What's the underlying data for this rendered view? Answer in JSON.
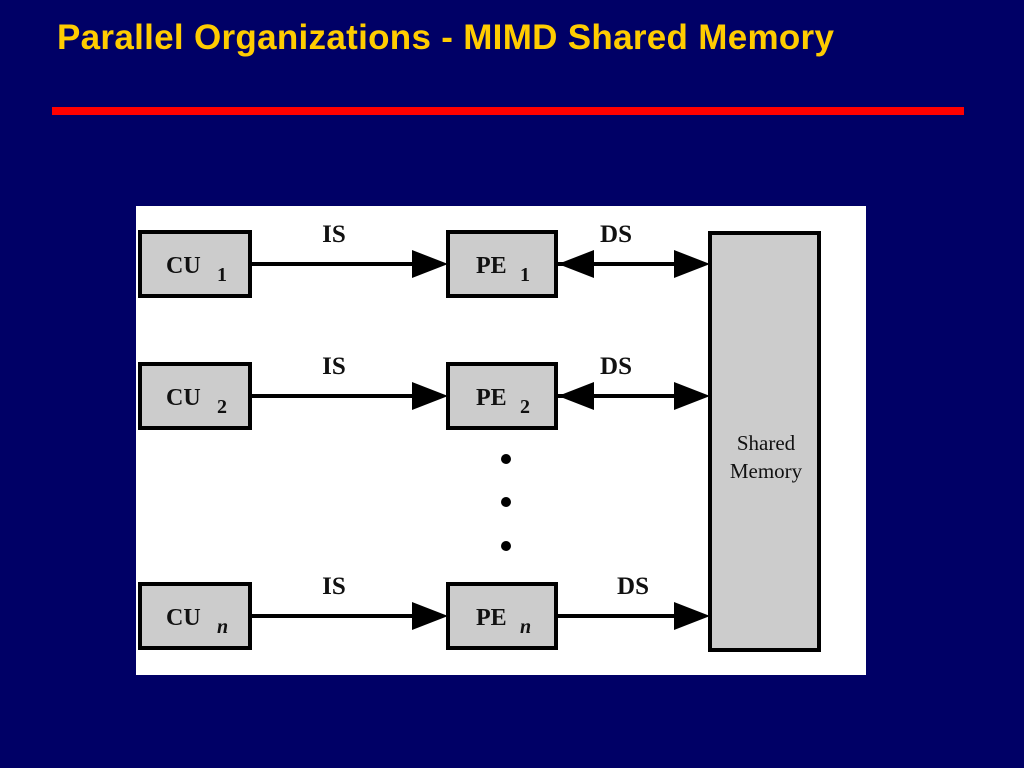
{
  "slide": {
    "title": "Parallel Organizations - MIMD Shared Memory",
    "colors": {
      "background": "#000066",
      "title": "#FFCC00",
      "rule": "#FF0000",
      "box_fill": "#CCCCCC"
    }
  },
  "diagram": {
    "rows": [
      {
        "cu": "CU",
        "cu_sub": "1",
        "pe": "PE",
        "pe_sub": "1",
        "is_label": "IS",
        "ds_label": "DS",
        "ds_bidirectional": true
      },
      {
        "cu": "CU",
        "cu_sub": "2",
        "pe": "PE",
        "pe_sub": "2",
        "is_label": "IS",
        "ds_label": "DS",
        "ds_bidirectional": true
      },
      {
        "cu": "CU",
        "cu_sub": "n",
        "pe": "PE",
        "pe_sub": "n",
        "is_label": "IS",
        "ds_label": "DS",
        "ds_bidirectional": false
      }
    ],
    "memory_line1": "Shared",
    "memory_line2": "Memory",
    "ellipsis_dots": 3
  }
}
